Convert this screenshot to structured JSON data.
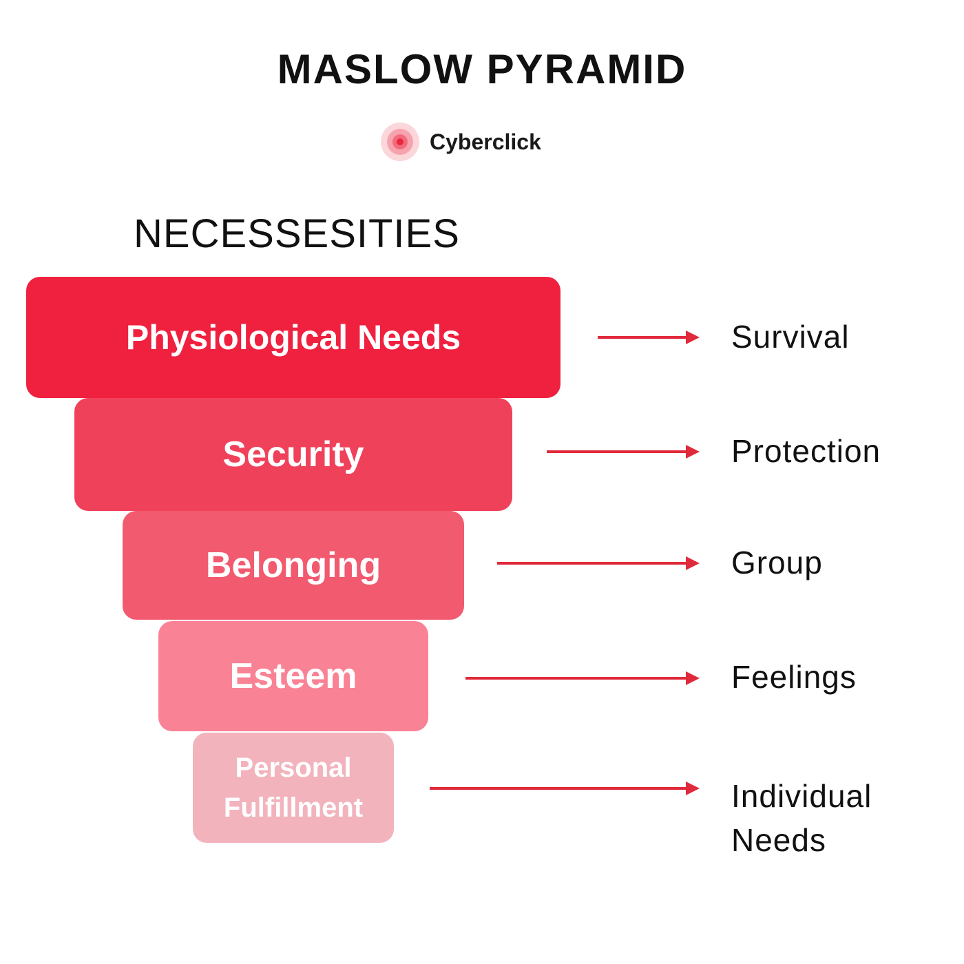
{
  "title": "MASLOW PYRAMID",
  "brand": {
    "name": "Cyberclick",
    "logo_icon": "target-icon",
    "accent": "#e8283f"
  },
  "subtitle": "NECESSESITIES",
  "levels": [
    {
      "label": "Physiological Needs",
      "result": "Survival",
      "color": "#f0203f"
    },
    {
      "label": "Security",
      "result": "Protection",
      "color": "#f0415b"
    },
    {
      "label": "Belonging",
      "result": "Group",
      "color": "#f25a6f"
    },
    {
      "label": "Esteem",
      "result": "Feelings",
      "color": "#fa8295"
    },
    {
      "label": "Personal Fulfillment",
      "result": "Individual Needs",
      "color": "#f2b3bd"
    }
  ],
  "arrow_color": "#e02a3b",
  "arrow_icon": "arrow-right-icon"
}
